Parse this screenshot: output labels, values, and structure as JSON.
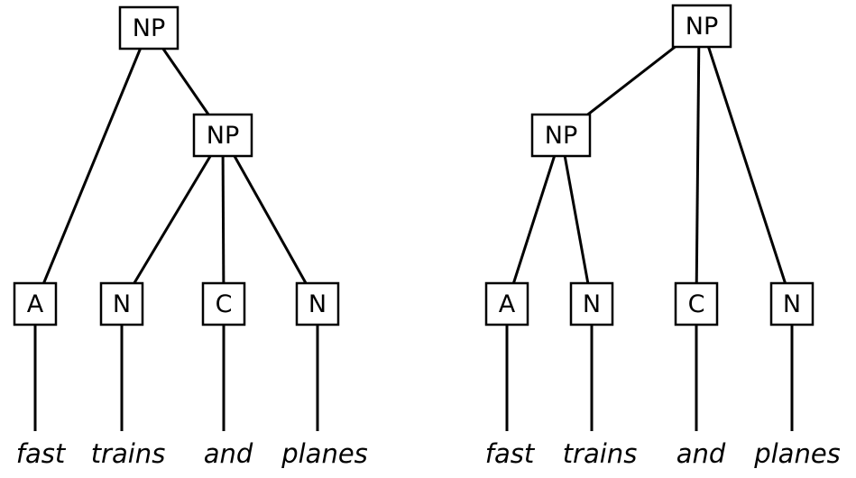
{
  "colors": {
    "line": "#000000",
    "box_fill": "#ffffff",
    "text": "#000000"
  },
  "trees": [
    {
      "id": "left",
      "root": "NP",
      "mid": "NP",
      "leaves": [
        "A",
        "N",
        "C",
        "N"
      ],
      "words": [
        "fast",
        "trains",
        "and",
        "planes"
      ]
    },
    {
      "id": "right",
      "root": "NP",
      "mid": "NP",
      "leaves": [
        "A",
        "N",
        "C",
        "N"
      ],
      "words": [
        "fast",
        "trains",
        "and",
        "planes"
      ]
    }
  ]
}
